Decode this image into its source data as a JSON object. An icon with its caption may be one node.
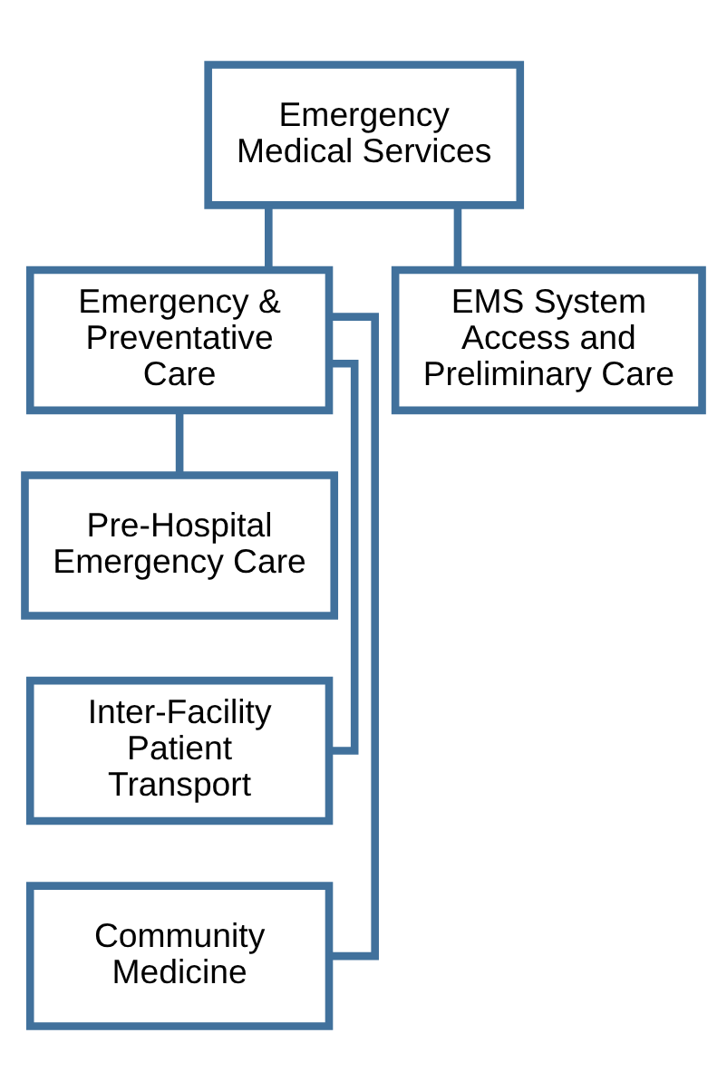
{
  "diagram": {
    "nodes": [
      {
        "text": [
          "Emergency Medical Services"
        ]
      },
      {
        "text": [
          "Emergency & Preventative Care"
        ]
      },
      {
        "text": [
          "EMS System Access and Preliminary Care"
        ]
      },
      {
        "text": [
          "Pre-Hospital Emergency Care"
        ]
      },
      {
        "text": [
          "Inter-Facility Patient Transport"
        ]
      },
      {
        "text": [
          "Community Medicine"
        ]
      }
    ],
    "edges": [
      {
        "from": 0,
        "to": 1,
        "arrow": "none"
      },
      {
        "from": 0,
        "to": 2,
        "arrow": "none"
      },
      {
        "from": 1,
        "to": 3,
        "arrow": "none"
      },
      {
        "from": 1,
        "to": 4,
        "arrow": "none"
      },
      {
        "from": 1,
        "to": 5,
        "arrow": "none"
      }
    ]
  }
}
